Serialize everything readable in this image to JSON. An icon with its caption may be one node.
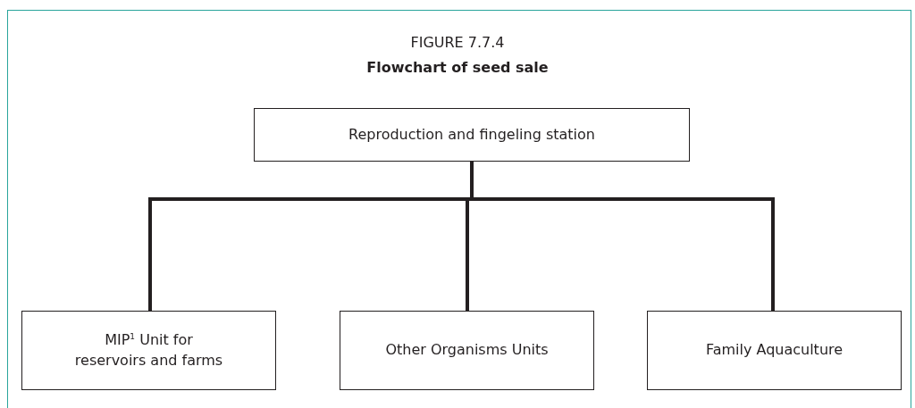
{
  "diagram": {
    "title": "Flowchart of seed sale",
    "labels": [
      "FIGURE 7.7.4"
    ],
    "nodes": [
      {
        "text": [
          "Reproduction and fingeling station"
        ]
      },
      {
        "text": [
          "MIP$^{1}$ Unit for reservoirs and farms"
        ]
      },
      {
        "text": [
          "Other Organisms Units"
        ]
      },
      {
        "text": [
          "Family Aquaculture"
        ]
      }
    ],
    "edges": [
      {
        "from": 0,
        "to": 1,
        "arrow": "none"
      },
      {
        "from": 0,
        "to": 2,
        "arrow": "none"
      },
      {
        "from": 0,
        "to": 3,
        "arrow": "none"
      }
    ]
  }
}
